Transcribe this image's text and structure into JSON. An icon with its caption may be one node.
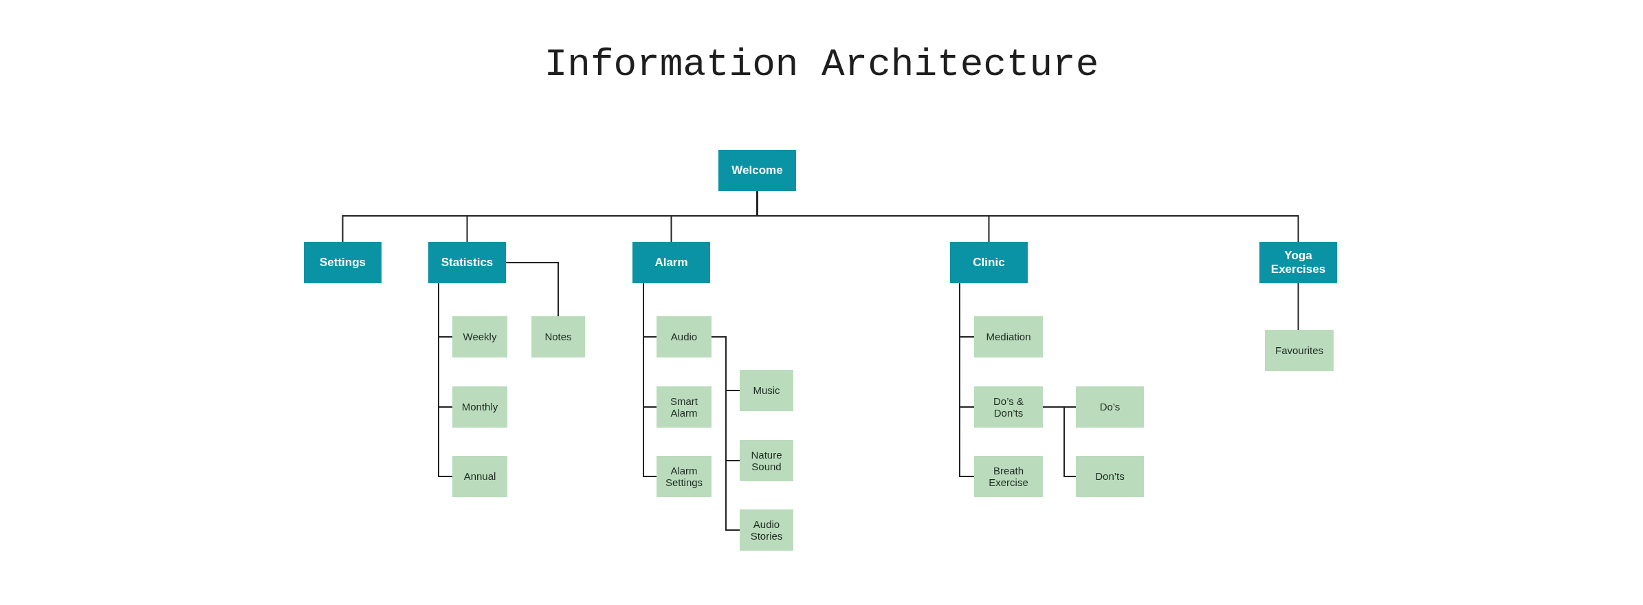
{
  "diagram": {
    "title": "Information Architecture",
    "nodes": [
      {
        "text": [
          "Welcome"
        ]
      },
      {
        "text": [
          "Settings"
        ]
      },
      {
        "text": [
          "Statistics"
        ]
      },
      {
        "text": [
          "Alarm"
        ]
      },
      {
        "text": [
          "Clinic"
        ]
      },
      {
        "text": [
          "Yoga Exercises"
        ]
      },
      {
        "text": [
          "Weekly"
        ]
      },
      {
        "text": [
          "Monthly"
        ]
      },
      {
        "text": [
          "Annual"
        ]
      },
      {
        "text": [
          "Notes"
        ]
      },
      {
        "text": [
          "Audio"
        ]
      },
      {
        "text": [
          "Smart Alarm"
        ]
      },
      {
        "text": [
          "Alarm Settings"
        ]
      },
      {
        "text": [
          "Music"
        ]
      },
      {
        "text": [
          "Nature Sound"
        ]
      },
      {
        "text": [
          "Audio Stories"
        ]
      },
      {
        "text": [
          "Mediation"
        ]
      },
      {
        "text": [
          "Do’s & Don’ts"
        ]
      },
      {
        "text": [
          "Breath Exercise"
        ]
      },
      {
        "text": [
          "Do’s"
        ]
      },
      {
        "text": [
          "Don’ts"
        ]
      },
      {
        "text": [
          "Favourites"
        ]
      }
    ],
    "edges": [
      {
        "from": 0,
        "to": 1,
        "arrow": "none"
      },
      {
        "from": 0,
        "to": 2,
        "arrow": "none"
      },
      {
        "from": 0,
        "to": 3,
        "arrow": "none"
      },
      {
        "from": 0,
        "to": 4,
        "arrow": "none"
      },
      {
        "from": 0,
        "to": 5,
        "arrow": "none"
      },
      {
        "from": 2,
        "to": 6,
        "arrow": "none"
      },
      {
        "from": 2,
        "to": 7,
        "arrow": "none"
      },
      {
        "from": 2,
        "to": 8,
        "arrow": "none"
      },
      {
        "from": 2,
        "to": 9,
        "arrow": "none"
      },
      {
        "from": 3,
        "to": 10,
        "arrow": "none"
      },
      {
        "from": 3,
        "to": 11,
        "arrow": "none"
      },
      {
        "from": 3,
        "to": 12,
        "arrow": "none"
      },
      {
        "from": 10,
        "to": 13,
        "arrow": "none"
      },
      {
        "from": 10,
        "to": 14,
        "arrow": "none"
      },
      {
        "from": 10,
        "to": 15,
        "arrow": "none"
      },
      {
        "from": 4,
        "to": 16,
        "arrow": "none"
      },
      {
        "from": 4,
        "to": 17,
        "arrow": "none"
      },
      {
        "from": 4,
        "to": 18,
        "arrow": "none"
      },
      {
        "from": 17,
        "to": 19,
        "arrow": "none"
      },
      {
        "from": 17,
        "to": 20,
        "arrow": "none"
      },
      {
        "from": 5,
        "to": 21,
        "arrow": "none"
      }
    ]
  }
}
